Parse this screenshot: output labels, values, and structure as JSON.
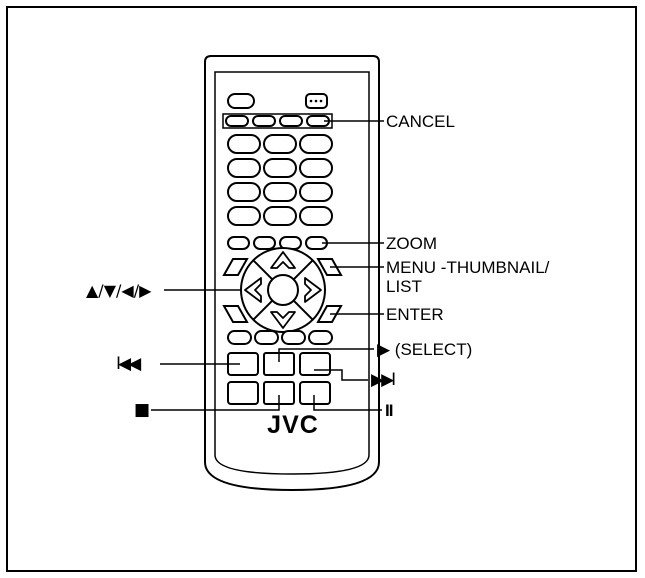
{
  "figure": {
    "brand": "JVC",
    "labels": {
      "cancel": "CANCEL",
      "zoom": "ZOOM",
      "menu_line1": "MENU -THUMBNAIL/",
      "menu_line2": "LIST",
      "enter": "ENTER",
      "select": "▶ (SELECT)",
      "next": "▶▶I",
      "pause": "II",
      "arrows": "▲/▼/◀/▶",
      "prev": "I◀◀",
      "stop": "■"
    },
    "colors": {
      "ink": "#000000",
      "paper": "#ffffff",
      "button": "#ffffff"
    }
  }
}
